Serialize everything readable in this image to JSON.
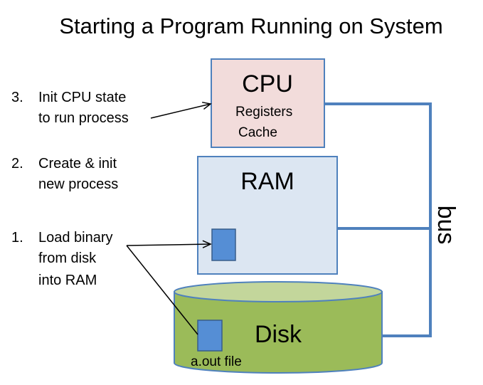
{
  "title": "Starting a Program Running on System",
  "steps": [
    {
      "number": "3.",
      "lines": [
        "Init CPU state",
        "to run process"
      ]
    },
    {
      "number": "2.",
      "lines": [
        "Create & init",
        "new process"
      ]
    },
    {
      "number": "1.",
      "lines": [
        "Load binary",
        "from disk",
        "into RAM"
      ]
    }
  ],
  "cpu": {
    "label": "CPU",
    "sublabels": [
      "Registers",
      "Cache"
    ],
    "fill": "#f2dcdb"
  },
  "ram": {
    "label": "RAM",
    "fill": "#dce6f2"
  },
  "disk": {
    "label": "Disk",
    "file_label": "a.out file",
    "fill": "#9bbb59",
    "top_fill": "#c3d69b"
  },
  "bus": {
    "label": "bus",
    "color": "#4f81bd"
  },
  "colors": {
    "outline": "#4f81bd",
    "binary_block": "#558ed5"
  }
}
